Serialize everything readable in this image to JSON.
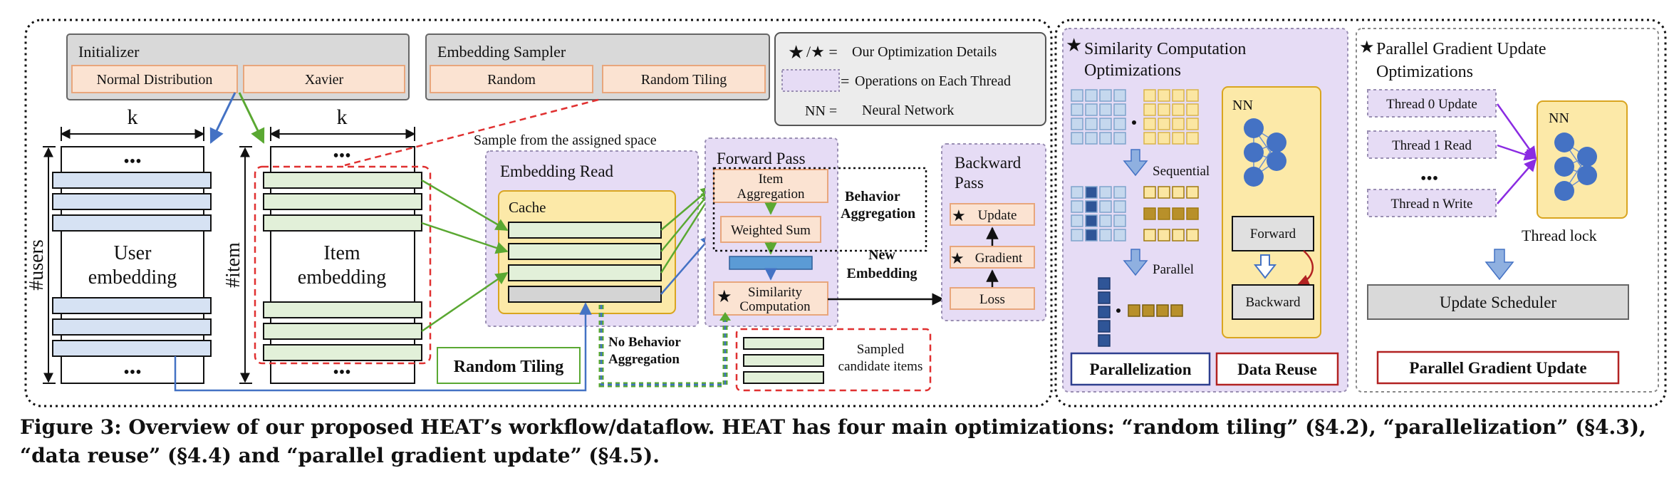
{
  "initializer": {
    "title": "Initializer",
    "options": [
      "Normal Distribution",
      "Xavier"
    ]
  },
  "embedding_sampler": {
    "title": "Embedding Sampler",
    "options": [
      "Random",
      "Random Tiling"
    ]
  },
  "legend": {
    "items": [
      {
        "symbol": "★/★ =",
        "text": "Our Optimization Details"
      },
      {
        "symbol": "=",
        "text": "Operations on Each Thread"
      },
      {
        "symbol": "NN =",
        "text": "Neural Network"
      }
    ]
  },
  "user_table": {
    "dim": "k",
    "rows_label": "#users",
    "label_line1": "User",
    "label_line2": "embedding",
    "dots": "•••"
  },
  "item_table": {
    "dim": "k",
    "rows_label": "#item",
    "label_line1": "Item",
    "label_line2": "embedding",
    "dots": "•••"
  },
  "sample_note": "Sample from the assigned space",
  "random_tiling_label": "Random Tiling",
  "embedding_read": {
    "title": "Embedding Read",
    "cache": "Cache"
  },
  "forward_pass": {
    "title": "Forward Pass",
    "item_agg_1": "Item",
    "item_agg_2": "Aggregation",
    "weighted_sum": "Weighted Sum",
    "similarity_1": "Similarity",
    "similarity_2": "Computation"
  },
  "behavior_agg": {
    "line1": "Behavior",
    "line2": "Aggregation"
  },
  "new_embedding": {
    "line1": "New",
    "line2": "Embedding"
  },
  "no_behavior": {
    "line1": "No Behavior",
    "line2": "Aggregation"
  },
  "sampled_items": {
    "line1": "Sampled",
    "line2": "candidate items"
  },
  "backward_pass": {
    "title1": "Backward",
    "title2": "Pass",
    "update": "Update",
    "gradient": "Gradient",
    "loss": "Loss"
  },
  "similarity_panel": {
    "title1": "Similarity Computation",
    "title2": "Optimizations",
    "sequential": "Sequential",
    "parallel": "Parallel",
    "nn": "NN",
    "forward": "Forward",
    "backward": "Backward",
    "parallelization": "Parallelization",
    "data_reuse": "Data Reuse"
  },
  "gradient_panel": {
    "title1": "Parallel Gradient Update",
    "title2": "Optimizations",
    "threads": [
      "Thread 0 Update",
      "Thread 1 Read",
      "Thread n Write"
    ],
    "dots": "•••",
    "nn": "NN",
    "thread_lock": "Thread lock",
    "update_scheduler": "Update Scheduler",
    "label": "Parallel Gradient Update"
  },
  "caption": "Figure 3: Overview of our proposed HEAT’s workflow/dataflow. HEAT has four main optimizations: “random tiling” (§4.2), “parallelization” (§4.3), “data reuse” (§4.4) and “parallel gradient update” (§4.5).",
  "colors": {
    "blue_line": "#4472c4",
    "green_line": "#5aa832",
    "red_dashed": "#e03030",
    "purple_panel": "#e6dcf5",
    "peach": "#fbe3d2",
    "yellow_panel": "#fce9a8",
    "light_blue": "#d6e2f3",
    "dark_red": "#b22222",
    "navy": "#2e3f8f",
    "purple": "#8a2be2"
  }
}
